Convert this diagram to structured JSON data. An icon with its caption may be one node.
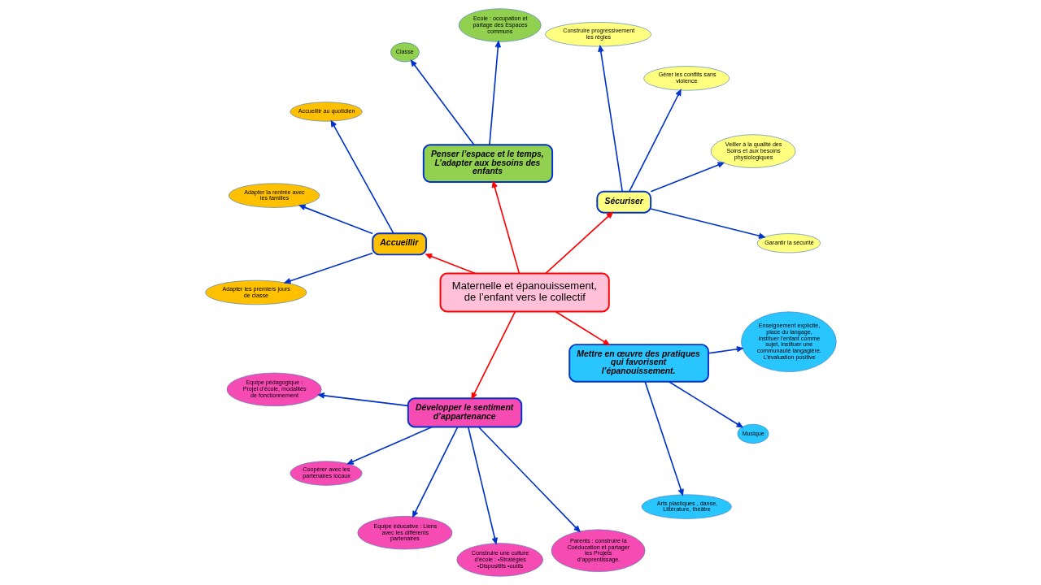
{
  "diagram": {
    "nodes": [
      {
        "text": [
          "Maternelle et épanouissement, de l’enfant vers le collectif"
        ]
      },
      {
        "text": [
          "Sécuriser"
        ]
      },
      {
        "text": [
          "Garantir la sécurité"
        ]
      },
      {
        "text": [
          "Veiller à la qualité des Soins et aux besoins physiologiques"
        ]
      },
      {
        "text": [
          "Gérer les conflits sans violence"
        ]
      },
      {
        "text": [
          "Construire progressivement les règles"
        ]
      },
      {
        "text": [
          "Penser l’espace et le temps, L’adapter aux besoins des enfants"
        ]
      },
      {
        "text": [
          "Ecole : occupation et partage des Espaces communs"
        ]
      },
      {
        "text": [
          "Classe"
        ]
      },
      {
        "text": [
          "Accueillir"
        ]
      },
      {
        "text": [
          "Accueillir au quotidien"
        ]
      },
      {
        "text": [
          "Adapter la rentrée avec les familles"
        ]
      },
      {
        "text": [
          "Adapter les premiers jours de classe"
        ]
      },
      {
        "text": [
          "Développer le sentiment d’appartenance"
        ]
      },
      {
        "text": [
          "Equipe pédagogique : Projet d’école, modalités de fonctionnement"
        ]
      },
      {
        "text": [
          "Coopérer avec les partenaires locaux"
        ]
      },
      {
        "text": [
          "Equipe éducative : Liens avec les différents partenaires"
        ]
      },
      {
        "text": [
          "Construire une culture d’école : •Stratégies •Dispositifs •outils"
        ]
      },
      {
        "text": [
          "Parents : construire la Coéducation et partager les Projets d’apprentissage."
        ]
      },
      {
        "text": [
          "Mettre en œuvre des pratiques qui favorisent l’épanouissement."
        ]
      },
      {
        "text": [
          "Arts plastiques , danse, Littérature, théâtre"
        ]
      },
      {
        "text": [
          "Musique"
        ]
      },
      {
        "text": [
          "Enseignement explicite, place du langage, instituer l’enfant comme sujet, instituer une communauté langagière. L’évaluation positive"
        ]
      }
    ],
    "edges": [
      {
        "from": 0,
        "to": 1,
        "arrow": "to",
        "color": "#ff0000"
      },
      {
        "from": 1,
        "to": 2,
        "arrow": "to"
      },
      {
        "from": 1,
        "to": 3,
        "arrow": "to"
      },
      {
        "from": 1,
        "to": 4,
        "arrow": "to"
      },
      {
        "from": 1,
        "to": 5,
        "arrow": "to"
      },
      {
        "from": 0,
        "to": 6,
        "arrow": "to",
        "color": "#ff0000"
      },
      {
        "from": 6,
        "to": 7,
        "arrow": "to"
      },
      {
        "from": 6,
        "to": 8,
        "arrow": "to"
      },
      {
        "from": 0,
        "to": 9,
        "arrow": "to",
        "color": "#ff0000"
      },
      {
        "from": 9,
        "to": 10,
        "arrow": "to"
      },
      {
        "from": 9,
        "to": 11,
        "arrow": "to"
      },
      {
        "from": 9,
        "to": 12,
        "arrow": "to"
      },
      {
        "from": 0,
        "to": 13,
        "arrow": "to",
        "color": "#ff0000"
      },
      {
        "from": 13,
        "to": 14,
        "arrow": "to"
      },
      {
        "from": 13,
        "to": 15,
        "arrow": "to"
      },
      {
        "from": 13,
        "to": 16,
        "arrow": "to"
      },
      {
        "from": 13,
        "to": 17,
        "arrow": "to"
      },
      {
        "from": 13,
        "to": 18,
        "arrow": "to"
      },
      {
        "from": 0,
        "to": 19,
        "arrow": "to",
        "color": "#ff0000"
      },
      {
        "from": 19,
        "to": 20,
        "arrow": "to"
      },
      {
        "from": 19,
        "to": 21,
        "arrow": "to"
      },
      {
        "from": 19,
        "to": 22,
        "arrow": "to"
      }
    ]
  }
}
